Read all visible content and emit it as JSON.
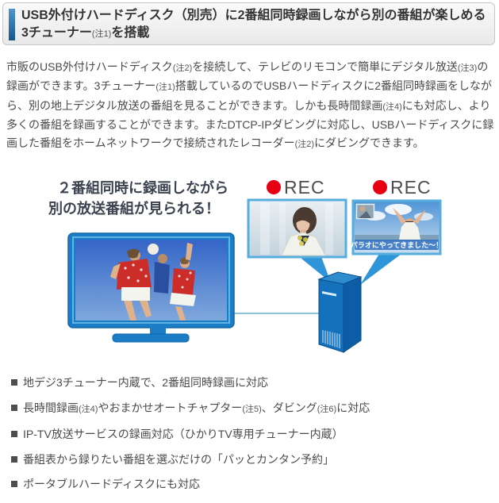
{
  "colors": {
    "accent_blue": "#2e6da8",
    "rec_red": "#e60012",
    "tv_blue": "#1b7dc5",
    "tv_outline": "#1266a6",
    "thumb_border_blue": "#57aedd",
    "tail_blue": "#2e96d8",
    "device_front_blue": "#1472bd",
    "device_side_blue": "#0c5da5",
    "device_top_blue": "#2f8ccc",
    "caption_text": "#3c4350",
    "heading_text": "#333333",
    "body_text": "#4a4a4a"
  },
  "heading": {
    "segments": [
      {
        "t": "USB外付けハードディスク（別売）に2番組同時録画しながら別の番組が楽しめる3チューナー"
      },
      {
        "note": "(注1)"
      },
      {
        "t": "を搭載"
      }
    ]
  },
  "paragraph": {
    "segments": [
      {
        "t": "市販のUSB外付けハードディスク"
      },
      {
        "note": "(注2)"
      },
      {
        "t": "を接続して、テレビのリモコンで簡単にデジタル放送"
      },
      {
        "note": "(注3)"
      },
      {
        "t": "の録画ができます。3チューナー"
      },
      {
        "note": "(注1)"
      },
      {
        "t": "搭載しているのでUSBハードディスクに2番組同時録画をしながら、別の地上デジタル放送の番組を見ることができます。しかも長時間録画"
      },
      {
        "note": "(注4)"
      },
      {
        "t": "にも対応し、より多くの番組を録画することができます。またDTCP-IPダビングに対応し、USBハードディスクに録画した番組をホームネットワークで接続されたレコーダー"
      },
      {
        "note": "(注2)"
      },
      {
        "t": "にダビングできます。"
      }
    ]
  },
  "diagram": {
    "caption_line1": "２番組同時に録画しながら",
    "caption_line2": "別の放送番組が見られる！",
    "rec_left_label": "REC",
    "rec_right_label": "REC",
    "thumb2_caption": "パラオにやってきました～！"
  },
  "bullets": [
    {
      "segments": [
        {
          "t": "地デジ3チューナー内蔵で、2番組同時録画に対応"
        }
      ]
    },
    {
      "segments": [
        {
          "t": "長時間録画"
        },
        {
          "note": "(注4)"
        },
        {
          "t": "やおまかせオートチャプター"
        },
        {
          "note": "(注5)"
        },
        {
          "t": "、ダビング"
        },
        {
          "note": "(注6)"
        },
        {
          "t": "に対応"
        }
      ]
    },
    {
      "segments": [
        {
          "t": "IP-TV放送サービスの録画対応（ひかりTV専用チューナー内蔵）"
        }
      ]
    },
    {
      "segments": [
        {
          "t": "番組表から録りたい番組を選ぶだけの「パッとカンタン予約」"
        }
      ]
    },
    {
      "segments": [
        {
          "t": "ポータブルハードディスクにも対応"
        }
      ]
    }
  ]
}
